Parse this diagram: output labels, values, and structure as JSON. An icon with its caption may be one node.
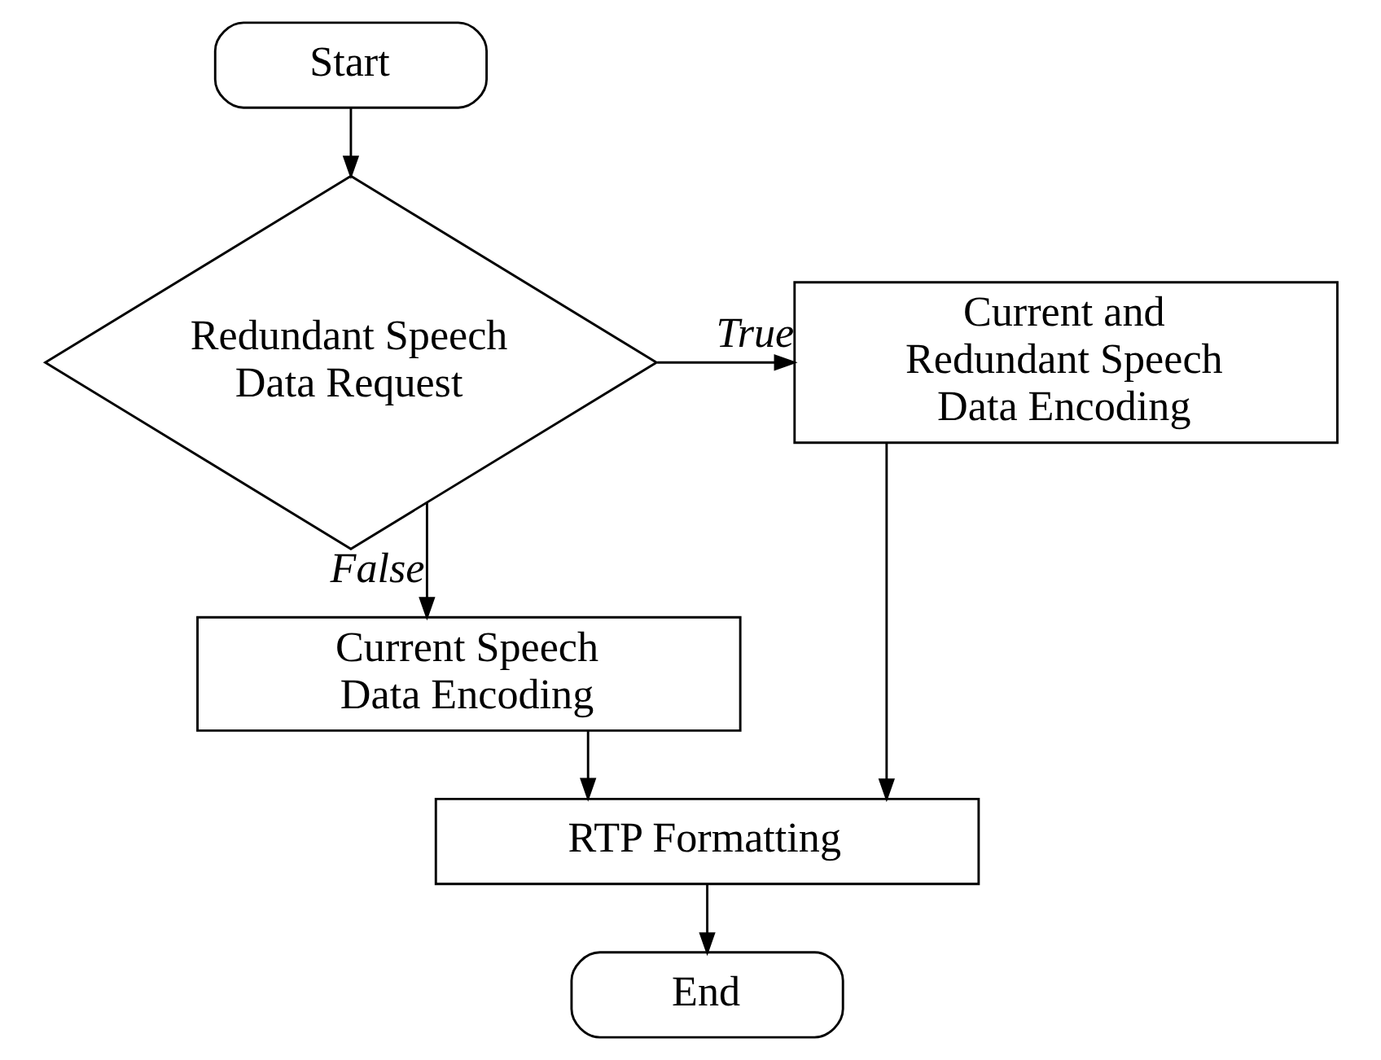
{
  "diagram": {
    "nodes": [
      {
        "text": [
          "Start"
        ]
      },
      {
        "text": [
          "Redundant Speech Data Request"
        ]
      },
      {
        "text": [
          "Current and Redundant Speech Data Encoding"
        ]
      },
      {
        "text": [
          "Current Speech Data Encoding"
        ]
      },
      {
        "text": [
          "RTP Formatting"
        ]
      },
      {
        "text": [
          "End"
        ]
      }
    ],
    "edges": [
      {
        "from": 0,
        "to": 1,
        "arrow": "to"
      },
      {
        "from": 1,
        "to": 2,
        "label": "True",
        "arrow": "to"
      },
      {
        "from": 1,
        "to": 3,
        "label": "False",
        "arrow": "to"
      },
      {
        "from": 3,
        "to": 4,
        "arrow": "to"
      },
      {
        "from": 2,
        "to": 4,
        "arrow": "to"
      },
      {
        "from": 4,
        "to": 5,
        "arrow": "to"
      }
    ]
  }
}
